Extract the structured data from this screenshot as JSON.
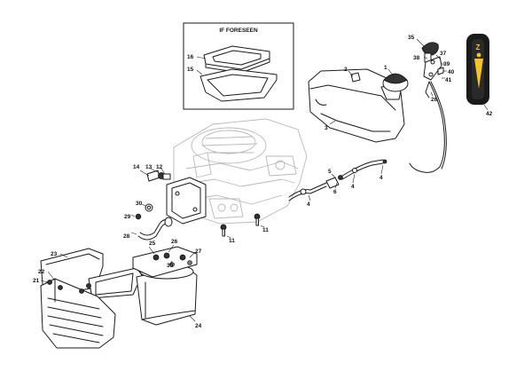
{
  "inset": {
    "title": "IF FORESEEN"
  },
  "part_numbers": {
    "p1": "1",
    "p2": "2",
    "p3": "3",
    "p4": "4",
    "p5": "5",
    "p6": "6",
    "p11": "11",
    "p12": "12",
    "p13": "13",
    "p14": "14",
    "p15": "15",
    "p16": "16",
    "p21": "21",
    "p22": "22",
    "p23": "23",
    "p24": "24",
    "p25": "25",
    "p26": "26",
    "p27": "27",
    "p28": "28",
    "p29": "29",
    "p30": "30",
    "p35": "35",
    "p37": "37",
    "p38": "38",
    "p39": "39",
    "p40": "40",
    "p41": "41",
    "p42": "42"
  },
  "badge": {
    "text": "Z"
  },
  "colors": {
    "badge_background": "#1a1a1a",
    "badge_accent": "#f2c230",
    "lines": "#1a1a1a",
    "ghost_lines": "#b8b8b8"
  }
}
